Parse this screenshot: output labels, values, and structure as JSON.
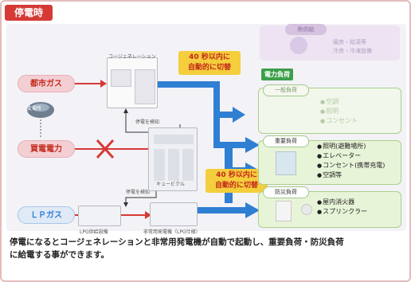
{
  "header": {
    "title": "停電時"
  },
  "sources": {
    "city_gas": "都市ガス",
    "grid": "買電電力",
    "lp_gas": "ＬＰガス",
    "substation": "変電所"
  },
  "callouts": {
    "top": [
      "40 秒以内に",
      "自動的に切替"
    ],
    "bottom": [
      "40 秒以内に",
      "自動的に切替"
    ]
  },
  "equipment": {
    "cogeneration": "コージェネレーション",
    "outage_detect_1": "停電を検知",
    "outage_detect_2": "停電を検知",
    "distribution": "キュービクル",
    "emergency_gen": "非常用発電機（LPG仕様）",
    "lpg_unit": "LPG供給設備"
  },
  "loads": {
    "heat": {
      "title": "熱供給",
      "lines": [
        "暖房・給湯等",
        "冷房・冷凍設備"
      ]
    },
    "power_load_tag": "電力負荷",
    "general": {
      "title": "一般負荷",
      "items": [
        "空調",
        "照明",
        "コンセント"
      ]
    },
    "important": {
      "title": "重要負荷",
      "items": [
        "照明(避難場所)",
        "エレベーター",
        "コンセント(携帯充電)",
        "空調等"
      ]
    },
    "disaster": {
      "title": "防災負荷",
      "items": [
        "屋内消火器",
        "スプリンクラー"
      ]
    }
  },
  "caption": [
    "停電になるとコージェネレーションと非常用発電機が自動で起動し、重要負荷・防災負荷",
    "に給電する事ができます。"
  ],
  "colors": {
    "red": "#d53a36",
    "blue": "#2f7fd3",
    "green": "#3c9f4a",
    "yellow": "#f4ce3c",
    "pink": "#f3cfd4"
  }
}
